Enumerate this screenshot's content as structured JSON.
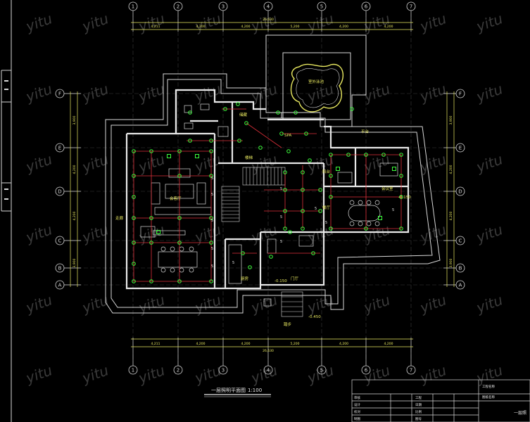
{
  "colors": {
    "background": "#000000",
    "wall": "#e8e8e8",
    "outline": "#d8d8d8",
    "wiring": "#e0303a",
    "fixture": "#3cff3c",
    "label": "#e8e860",
    "dimension": "#e8e860",
    "watermark": "#3a3a3a",
    "axis": "#d8d8d8",
    "frame": "#d8d8d8"
  },
  "axes": {
    "columns": [
      "1",
      "2",
      "3",
      "4",
      "5",
      "6",
      "7"
    ],
    "rows": [
      "F",
      "E",
      "D",
      "C",
      "B",
      "A"
    ]
  },
  "dimensions": {
    "top": [
      "4,211",
      "4,200",
      "4,200",
      "5,200",
      "4,200",
      "4,200"
    ],
    "top_total": "26,630",
    "bottom": [
      "4,211",
      "4,200",
      "4,200",
      "5,200",
      "4,200",
      "4,200"
    ],
    "bottom_total": "26,630",
    "left": [
      "3,900",
      "4,200",
      "4,200",
      "3,900"
    ],
    "right": [
      "3,900",
      "4,200",
      "4,200",
      "3,900"
    ]
  },
  "room_labels": {
    "pool": "室外泳池",
    "living": "会客厅",
    "meeting": "会议室",
    "dining": "餐厅",
    "lobby": "门厅",
    "kitchen": "厨房",
    "corridor": "走廊",
    "stair": "楼梯",
    "steps": "踏步",
    "terrace": "平台",
    "veranda": "阳台",
    "storage": "储藏"
  },
  "annotations": {
    "spa": "SPA",
    "level_1": "-0.150",
    "level_2": "-0.450",
    "level_3": "-0.150"
  },
  "drawing_title": "一层照明平面图",
  "drawing_scale": "1:100",
  "title_block": {
    "project": "工程名称",
    "drawing": "图纸名称",
    "sheet": "一层照",
    "rows": [
      "审核",
      "设计",
      "校对",
      "制图"
    ],
    "cells": [
      "工程",
      "日期",
      "比例",
      "图号"
    ]
  },
  "watermark": "yitu"
}
